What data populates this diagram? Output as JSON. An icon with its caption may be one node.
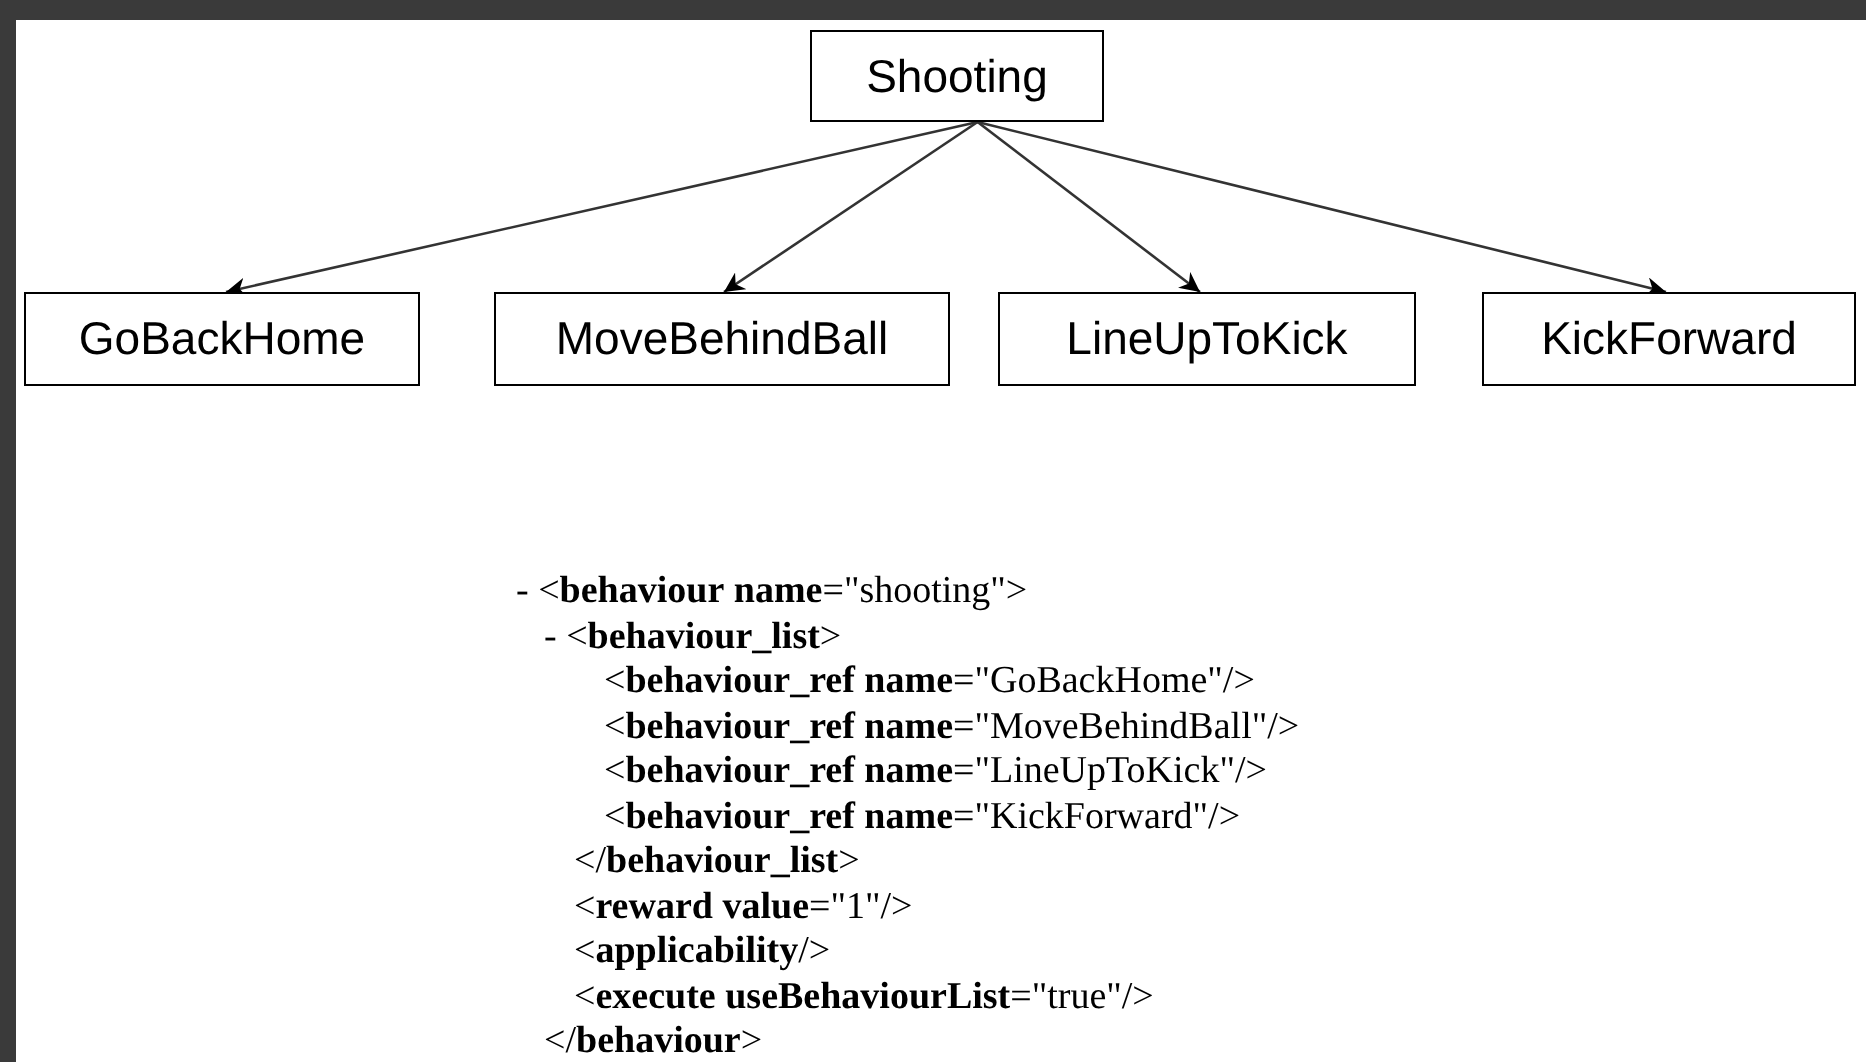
{
  "diagram": {
    "nodes": [
      {
        "text": [
          "Shooting"
        ]
      },
      {
        "text": [
          "GoBackHome"
        ]
      },
      {
        "text": [
          "MoveBehindBall"
        ]
      },
      {
        "text": [
          "LineUpToKick"
        ]
      },
      {
        "text": [
          "KickForward"
        ]
      }
    ],
    "edges": [
      {
        "from": 0,
        "to": 1,
        "arrow": "to"
      },
      {
        "from": 0,
        "to": 2,
        "arrow": "to"
      },
      {
        "from": 0,
        "to": 3,
        "arrow": "to"
      },
      {
        "from": 0,
        "to": 4,
        "arrow": "to"
      }
    ],
    "labels": [
      "- <**behaviour** **name**=\"shooting\">",
      "- <**behaviour_list**>",
      "<**behaviour_ref** **name**=\"GoBackHome\"/>",
      "<**behaviour_ref** **name**=\"MoveBehindBall\"/>",
      "<**behaviour_ref** **name**=\"LineUpToKick\"/>",
      "<**behaviour_ref** **name**=\"KickForward\"/>",
      "</**behaviour_list**>",
      "<**reward** **value**=\"1\"/>",
      "<**applicability**/>",
      "<**execute** **useBehaviourList**=\"true\"/>",
      "</**behaviour**>"
    ]
  }
}
